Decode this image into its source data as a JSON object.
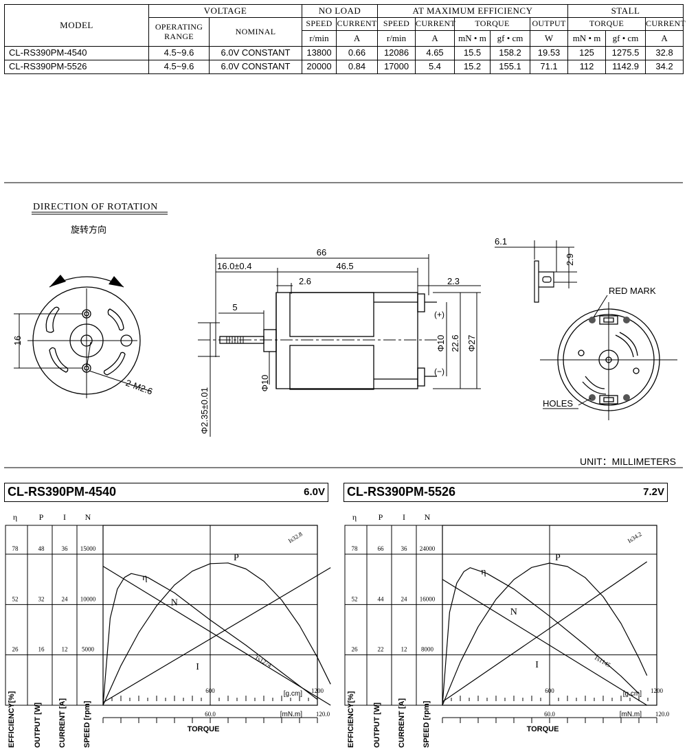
{
  "table": {
    "model_header": "MODEL",
    "voltage_header": "VOLTAGE",
    "no_load_header": "NO LOAD",
    "max_eff_header": "AT MAXIMUM EFFICIENCY",
    "stall_header": "STALL",
    "operating_range_line1": "OPERATING",
    "operating_range_line2": "RANGE",
    "nominal": "NOMINAL",
    "speed": "SPEED",
    "current": "CURRENT",
    "torque": "TORQUE",
    "output": "OUTPUT",
    "unit_rmin": "r/min",
    "unit_a": "A",
    "unit_mnm": "mN • m",
    "unit_gfcm": "gf • cm",
    "unit_w": "W",
    "rows": [
      {
        "model": "CL-RS390PM-4540",
        "range": "4.5~9.6",
        "nominal": "6.0V CONSTANT",
        "nl_speed": "13800",
        "nl_current": "0.66",
        "me_speed": "12086",
        "me_current": "4.65",
        "me_torque_mnm": "15.5",
        "me_torque_gfcm": "158.2",
        "me_output": "19.53",
        "st_torque_mnm": "125",
        "st_torque_gfcm": "1275.5",
        "st_current": "32.8"
      },
      {
        "model": "CL-RS390PM-5526",
        "range": "4.5~9.6",
        "nominal": "6.0V CONSTANT",
        "nl_speed": "20000",
        "nl_current": "0.84",
        "me_speed": "17000",
        "me_current": "5.4",
        "me_torque_mnm": "15.2",
        "me_torque_gfcm": "155.1",
        "me_output": "71.1",
        "st_torque_mnm": "112",
        "st_torque_gfcm": "1142.9",
        "st_current": "34.2"
      }
    ]
  },
  "drawing": {
    "direction_title": "DIRECTION OF ROTATION",
    "direction_cn": "旋转方向",
    "dim_66": "66",
    "dim_16_0": "16.0±0.4",
    "dim_46_5": "46.5",
    "dim_2_6": "2.6",
    "dim_2_3": "2.3",
    "dim_5": "5",
    "dim_16": "16",
    "dim_m26": "2-M2.6",
    "dim_phi10_a": "Φ10",
    "dim_22_6": "22.6",
    "dim_phi27": "Φ27",
    "dim_phi10_b": "Φ10",
    "dim_phi235": "Φ2.35±0.01",
    "dim_6_1": "6.1",
    "dim_2_9": "2.9",
    "plus": "(+)",
    "minus": "(−)",
    "red_mark": "RED MARK",
    "holes": "HOLES",
    "unit": "UNIT：MILLIMETERS"
  },
  "chart_data": [
    {
      "type": "line",
      "title": "CL-RS390PM-4540",
      "voltage": "6.0V",
      "xlabel": "TORQUE",
      "x_units": [
        "[g.cm]",
        "[mN.m]"
      ],
      "x_ticks_gcm": [
        "600",
        "1200"
      ],
      "x_ticks_mnm": [
        "60.0",
        "120.0"
      ],
      "xlim_gcm": [
        0,
        1200
      ],
      "axes": [
        {
          "symbol": "η",
          "label": "EFFICIENCY[%]",
          "ticks": [
            "26",
            "52",
            "78"
          ]
        },
        {
          "symbol": "P",
          "label": "OUTPUT [W]",
          "ticks": [
            "16",
            "32",
            "48"
          ]
        },
        {
          "symbol": "I",
          "label": "CURRENT [A]",
          "ticks": [
            "12",
            "24",
            "36"
          ]
        },
        {
          "symbol": "N",
          "label": "SPEED [rpm]",
          "ticks": [
            "5000",
            "10000",
            "15000"
          ]
        }
      ],
      "series": [
        {
          "name": "N",
          "x_gcm": [
            0,
            1274
          ],
          "y": [
            13800,
            0
          ],
          "units": "rpm"
        },
        {
          "name": "I",
          "x_gcm": [
            0,
            1274
          ],
          "y": [
            0.66,
            32.8
          ],
          "units": "A"
        },
        {
          "name": "P",
          "x_gcm": [
            0,
            100,
            200,
            300,
            400,
            500,
            600,
            700,
            800,
            900,
            1000,
            1100,
            1200,
            1274
          ],
          "y": [
            0,
            12.6,
            23.1,
            31.6,
            38.2,
            42.6,
            45.0,
            45.2,
            43.3,
            39.4,
            33.4,
            25.3,
            15.2,
            6.7
          ],
          "units": "W"
        },
        {
          "name": "η",
          "x_gcm": [
            0,
            40,
            80,
            120,
            158,
            250,
            400,
            600,
            800,
            1000,
            1100,
            1200
          ],
          "y": [
            0,
            45,
            60,
            66,
            68,
            66,
            58,
            44,
            31,
            17,
            10,
            3
          ],
          "units": "%"
        }
      ],
      "annotations": [
        "Is32.8",
        "Ts1274"
      ]
    },
    {
      "type": "line",
      "title": "CL-RS390PM-5526",
      "voltage": "7.2V",
      "xlabel": "TORQUE",
      "x_units": [
        "[g.cm]",
        "[mN.m]"
      ],
      "x_ticks_gcm": [
        "600",
        "1200"
      ],
      "x_ticks_mnm": [
        "60.0",
        "120.0"
      ],
      "xlim_gcm": [
        0,
        1200
      ],
      "axes": [
        {
          "symbol": "η",
          "label": "EFFICIENCY[%]",
          "ticks": [
            "26",
            "52",
            "78"
          ]
        },
        {
          "symbol": "P",
          "label": "OUTPUT [W]",
          "ticks": [
            "22",
            "44",
            "66"
          ]
        },
        {
          "symbol": "I",
          "label": "CURRENT [A]",
          "ticks": [
            "12",
            "24",
            "36"
          ]
        },
        {
          "symbol": "N",
          "label": "SPEED [rpm]",
          "ticks": [
            "8000",
            "16000",
            "24000"
          ]
        }
      ],
      "series": [
        {
          "name": "N",
          "x_gcm": [
            0,
            1145
          ],
          "y": [
            20000,
            0
          ],
          "units": "rpm"
        },
        {
          "name": "I",
          "x_gcm": [
            0,
            1145
          ],
          "y": [
            0.84,
            34.2
          ],
          "units": "A"
        },
        {
          "name": "P",
          "x_gcm": [
            0,
            100,
            200,
            300,
            400,
            500,
            600,
            700,
            800,
            900,
            1000,
            1100,
            1145
          ],
          "y": [
            0,
            18.8,
            34.3,
            46.3,
            54.9,
            60.2,
            62.1,
            60.6,
            55.7,
            47.4,
            35.7,
            20.6,
            13.0
          ],
          "units": "W"
        },
        {
          "name": "η",
          "x_gcm": [
            0,
            40,
            80,
            120,
            155,
            250,
            400,
            600,
            800,
            1000,
            1100
          ],
          "y": [
            0,
            48,
            63,
            69,
            71,
            68,
            60,
            46,
            31,
            15,
            6
          ],
          "units": "%"
        }
      ],
      "annotations": [
        "Is34.2",
        "Ts1145"
      ]
    }
  ]
}
